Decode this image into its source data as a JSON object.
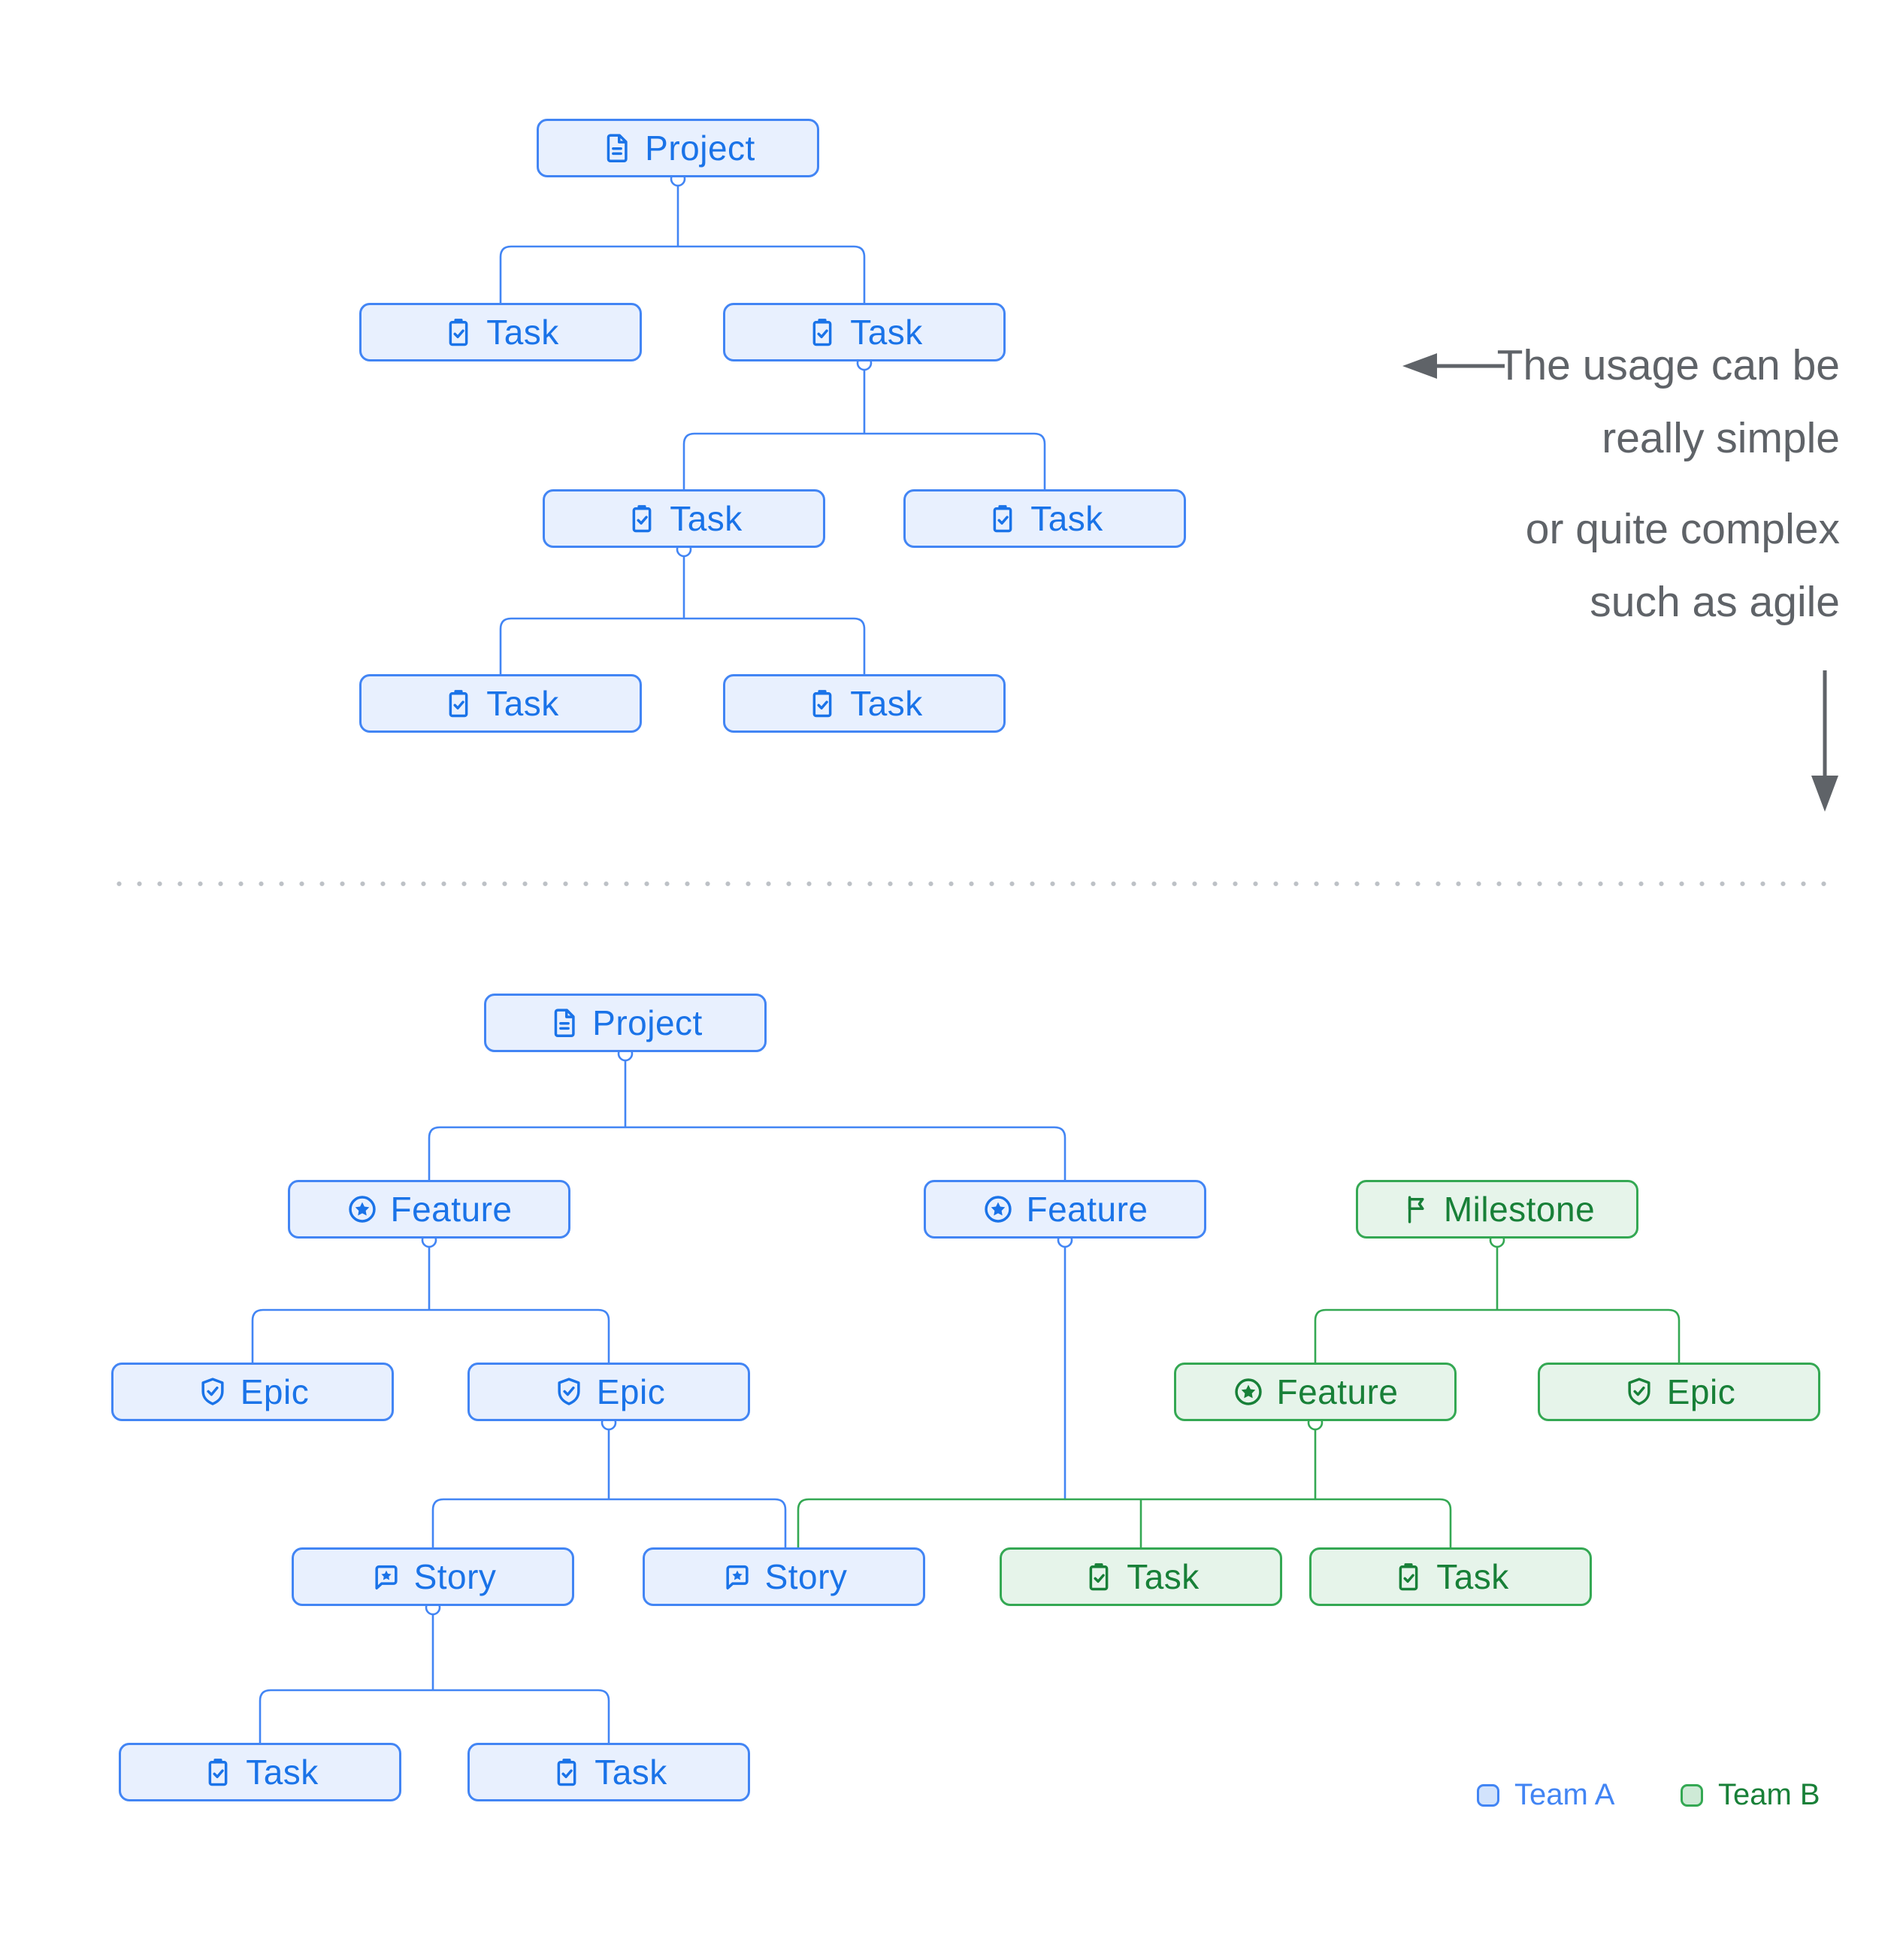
{
  "notes": {
    "simple": {
      "lines": [
        "The usage can be",
        "really simple"
      ]
    },
    "complex": {
      "lines": [
        "or quite complex",
        "such as agile"
      ]
    }
  },
  "legend": {
    "items": [
      {
        "id": "team-a",
        "label": "Team A"
      },
      {
        "id": "team-b",
        "label": "Team B"
      }
    ]
  },
  "colors": {
    "team_a_border": "#4285f4",
    "team_a_fill": "#e8f0fe",
    "team_a_text": "#1a73e8",
    "team_b_border": "#34a853",
    "team_b_fill": "#e6f4ea",
    "team_b_text": "#188038",
    "team_a_swatch_fill": "#d2e3fc",
    "team_b_swatch_fill": "#ceead6",
    "note_text": "#5f6368",
    "arrow": "#5f6368",
    "divider_dot": "#bdc1c6"
  },
  "diagram_simple": {
    "nodes": [
      {
        "id": "project",
        "label": "Project",
        "icon": "document",
        "team": "A"
      },
      {
        "id": "task-1",
        "label": "Task",
        "icon": "task-checklist",
        "team": "A"
      },
      {
        "id": "task-2",
        "label": "Task",
        "icon": "task-checklist",
        "team": "A"
      },
      {
        "id": "task-3",
        "label": "Task",
        "icon": "task-checklist",
        "team": "A"
      },
      {
        "id": "task-4",
        "label": "Task",
        "icon": "task-checklist",
        "team": "A"
      },
      {
        "id": "task-5",
        "label": "Task",
        "icon": "task-checklist",
        "team": "A"
      },
      {
        "id": "task-6",
        "label": "Task",
        "icon": "task-checklist",
        "team": "A"
      }
    ],
    "edges": [
      [
        "project",
        "task-1"
      ],
      [
        "project",
        "task-2"
      ],
      [
        "task-2",
        "task-3"
      ],
      [
        "task-2",
        "task-4"
      ],
      [
        "task-3",
        "task-5"
      ],
      [
        "task-3",
        "task-6"
      ]
    ]
  },
  "diagram_complex": {
    "nodes": [
      {
        "id": "project",
        "label": "Project",
        "icon": "document",
        "team": "A"
      },
      {
        "id": "feature-left",
        "label": "Feature",
        "icon": "feature-star",
        "team": "A"
      },
      {
        "id": "feature-right",
        "label": "Feature",
        "icon": "feature-star",
        "team": "A"
      },
      {
        "id": "milestone",
        "label": "Milestone",
        "icon": "milestone-flag",
        "team": "B"
      },
      {
        "id": "epic-left",
        "label": "Epic",
        "icon": "epic-shield",
        "team": "A"
      },
      {
        "id": "epic-mid",
        "label": "Epic",
        "icon": "epic-shield",
        "team": "A"
      },
      {
        "id": "feature-green",
        "label": "Feature",
        "icon": "feature-star",
        "team": "B"
      },
      {
        "id": "epic-green",
        "label": "Epic",
        "icon": "epic-shield",
        "team": "B"
      },
      {
        "id": "story-left",
        "label": "Story",
        "icon": "story-bubble",
        "team": "A"
      },
      {
        "id": "story-right",
        "label": "Story",
        "icon": "story-bubble",
        "team": "A"
      },
      {
        "id": "task-green-1",
        "label": "Task",
        "icon": "task-checklist",
        "team": "B"
      },
      {
        "id": "task-green-2",
        "label": "Task",
        "icon": "task-checklist",
        "team": "B"
      },
      {
        "id": "task-left",
        "label": "Task",
        "icon": "task-checklist",
        "team": "A"
      },
      {
        "id": "task-mid",
        "label": "Task",
        "icon": "task-checklist",
        "team": "A"
      }
    ],
    "edges": [
      [
        "project",
        "feature-left"
      ],
      [
        "project",
        "feature-right"
      ],
      [
        "feature-left",
        "epic-left"
      ],
      [
        "feature-left",
        "epic-mid"
      ],
      [
        "milestone",
        "feature-green"
      ],
      [
        "milestone",
        "epic-green"
      ],
      [
        "epic-mid",
        "story-left"
      ],
      [
        "epic-mid",
        "story-right"
      ],
      [
        "story-left",
        "task-left"
      ],
      [
        "story-left",
        "task-mid"
      ]
    ],
    "shared_bus": {
      "parents": [
        "feature-right",
        "feature-green"
      ],
      "children": [
        "story-right",
        "task-green-1",
        "task-green-2"
      ]
    }
  }
}
